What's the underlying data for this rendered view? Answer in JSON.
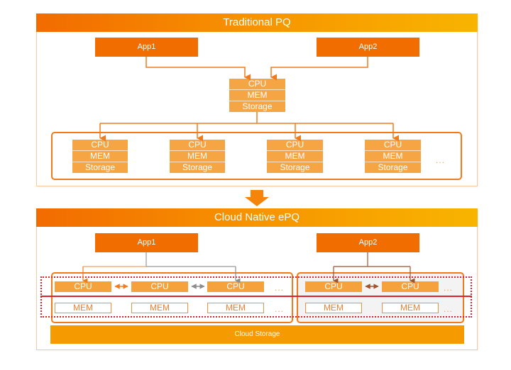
{
  "top": {
    "title": "Traditional PQ",
    "apps": [
      "App1",
      "App2"
    ],
    "central": [
      "CPU",
      "MEM",
      "Storage"
    ],
    "nodes": [
      [
        "CPU",
        "MEM",
        "Storage"
      ],
      [
        "CPU",
        "MEM",
        "Storage"
      ],
      [
        "CPU",
        "MEM",
        "Storage"
      ],
      [
        "CPU",
        "MEM",
        "Storage"
      ]
    ],
    "more": "..."
  },
  "transition_icon": "arrow-down-icon",
  "bottom": {
    "title": "Cloud Native ePQ",
    "apps": [
      "App1",
      "App2"
    ],
    "left_group": {
      "cpus": [
        "CPU",
        "CPU",
        "CPU"
      ],
      "mems": [
        "MEM",
        "MEM",
        "MEM"
      ],
      "more": "..."
    },
    "right_group": {
      "cpus": [
        "CPU",
        "CPU"
      ],
      "mems": [
        "MEM",
        "MEM"
      ],
      "more": "..."
    },
    "storage": "Cloud Storage"
  },
  "colors": {
    "primary_orange": "#f26d00",
    "light_orange": "#f6a545",
    "storage_orange": "#f59a00",
    "gray_connector": "#999999",
    "brown_connector": "#a0522d",
    "red_dotted": "#e0202a"
  }
}
